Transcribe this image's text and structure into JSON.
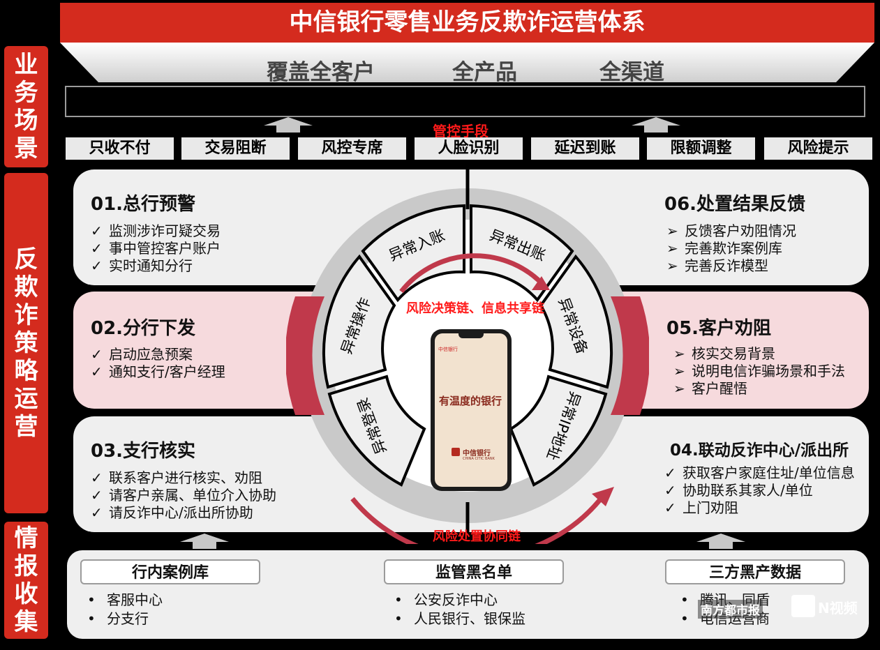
{
  "title": "中信银行零售业务反欺诈运营体系",
  "side_labels": {
    "business": "业务场景",
    "strategy": "反欺诈策略运营",
    "intel": "情报收集"
  },
  "coverage": [
    "覆盖全客户",
    "全产品",
    "全渠道"
  ],
  "control_label": "管控手段",
  "controls": [
    "只收不付",
    "交易阻断",
    "风控专席",
    "人脸识别",
    "延迟到账",
    "限额调整",
    "风险提示"
  ],
  "panels": [
    {
      "heading": "01.总行预警",
      "marker": "✓",
      "items": [
        "监测涉诈可疑交易",
        "事中管控客户账户",
        "实时通知分行"
      ]
    },
    {
      "heading": "02.分行下发",
      "marker": "✓",
      "items": [
        "启动应急预案",
        "通知支行/客户经理"
      ]
    },
    {
      "heading": "03.支行核实",
      "marker": "✓",
      "items": [
        "联系客户进行核实、劝阻",
        "请客户亲属、单位介入协助",
        "请反诈中心/派出所协助"
      ]
    },
    {
      "heading": "04.联动反诈中心/派出所",
      "marker": "✓",
      "items": [
        "获取客户家庭住址/单位信息",
        "协助联系其家人/单位",
        "上门劝阻"
      ]
    },
    {
      "heading": "05.客户劝阻",
      "marker": "➢",
      "items": [
        "核实交易背景",
        "说明电信诈骗场景和手法",
        "客户醒悟"
      ]
    },
    {
      "heading": "06.处置结果反馈",
      "marker": "➢",
      "items": [
        "反馈客户劝阻情况",
        "完善欺诈案例库",
        "完善反诈模型"
      ]
    }
  ],
  "wheel_segments": [
    "异常入账",
    "异常出账",
    "异常设备",
    "异常IP地址",
    "异常登录",
    "异常操作"
  ],
  "chains": {
    "upper": "风险决策链、信息共享链",
    "lower": "风险处置协同链"
  },
  "phone": {
    "brand_small": "中信银行",
    "slogan_1": "有温度的银行",
    "bank_cn": "中信银行",
    "bank_en": "CHINA CITIC BANK"
  },
  "sources": [
    {
      "title": "行内案例库",
      "items": [
        "客服中心",
        "分支行"
      ]
    },
    {
      "title": "监管黑名单",
      "items": [
        "公安反诈中心",
        "人民银行、银保监"
      ]
    },
    {
      "title": "三方黑产数据",
      "items": [
        "腾讯、同盾",
        "电信运营商"
      ]
    }
  ],
  "watermark": {
    "left": "南方都市报",
    "right": "N视频"
  },
  "colors": {
    "red": "#d42b1e",
    "pink": "#f6dadd",
    "ring_red": "#c0394b",
    "gray": "#d6d6d6"
  }
}
